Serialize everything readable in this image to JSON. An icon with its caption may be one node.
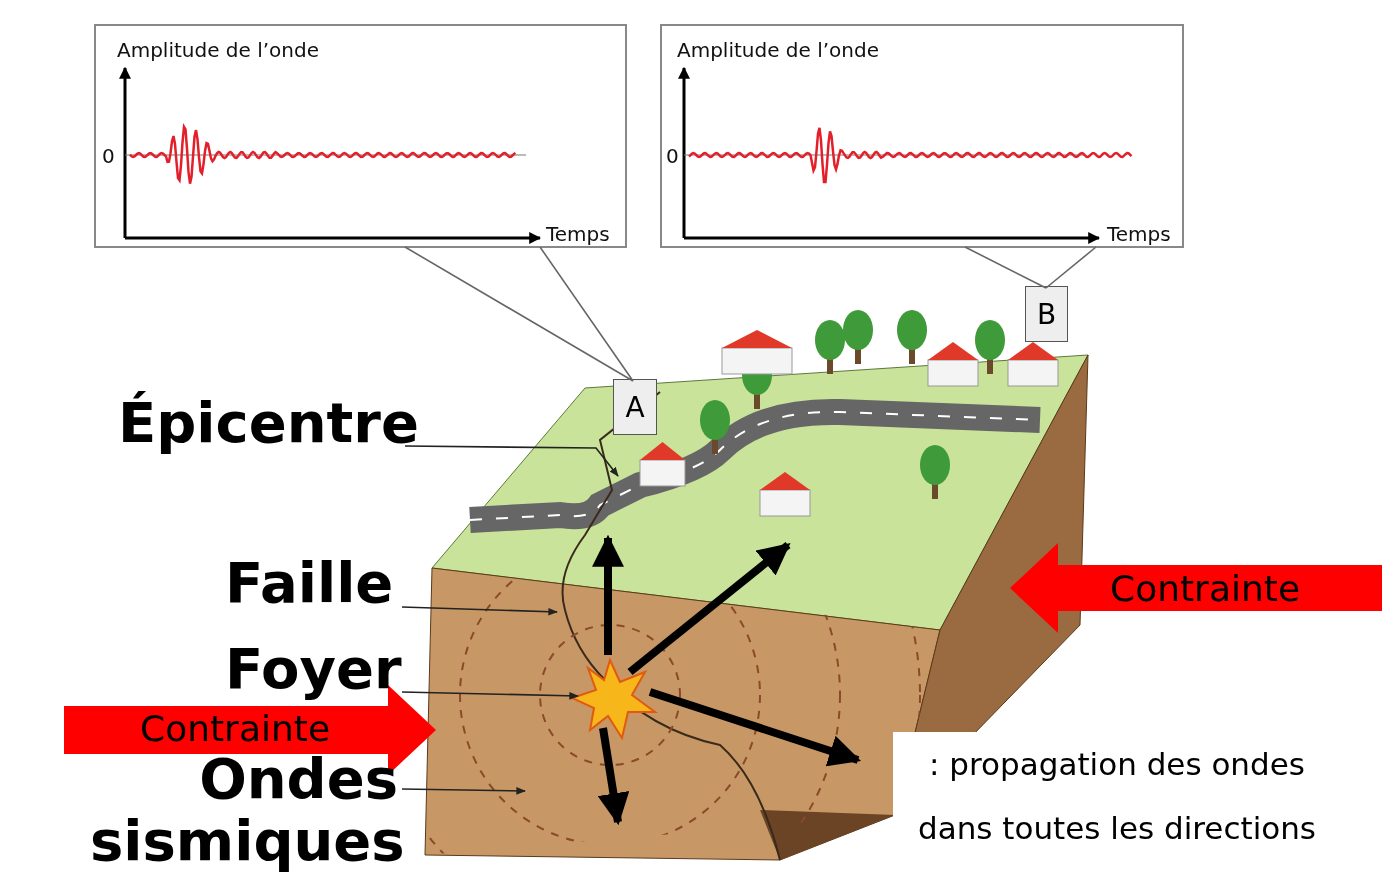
{
  "diagram": {
    "nodes": [
      {
        "text": [
          "Amplitude de l’onde",
          "0",
          "Temps"
        ]
      },
      {
        "text": [
          "Amplitude de l’onde",
          "0",
          "Temps"
        ]
      },
      {
        "text": [
          "A"
        ]
      },
      {
        "text": [
          "B"
        ]
      },
      {
        "text": [
          "Épicentre"
        ]
      },
      {
        "text": [
          "Faille"
        ]
      },
      {
        "text": [
          "Contrainte"
        ]
      },
      {
        "text": [
          "Foyer"
        ]
      },
      {
        "text": [
          "Contrainte"
        ]
      },
      {
        "text": [
          "Ondes sismiques"
        ]
      }
    ],
    "edges": [
      {
        "from": 0,
        "to": 2,
        "arrow": "none"
      },
      {
        "from": 1,
        "to": 3,
        "arrow": "none"
      },
      {
        "from": 4,
        "to": null,
        "arrow": "to"
      },
      {
        "from": 5,
        "to": null,
        "arrow": "to"
      },
      {
        "from": 7,
        "to": null,
        "arrow": "to"
      },
      {
        "from": 9,
        "to": null,
        "arrow": "to"
      }
    ],
    "labels": [
      ": propagation des ondes dans toutes les directions"
    ]
  }
}
